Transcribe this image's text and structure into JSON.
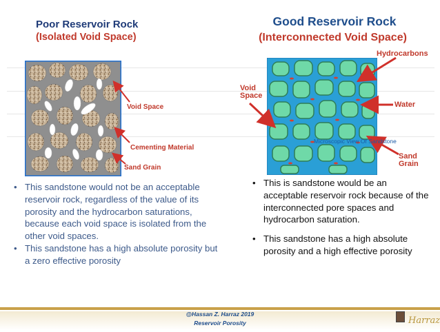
{
  "left": {
    "title": "Poor Reservoir Rock",
    "subtitle": "(Isolated Void Space)",
    "labels": {
      "void": "Void Space",
      "cement": "Cementing Material",
      "grain": "Sand Grain"
    },
    "bullets": [
      "This sandstone would not be an acceptable reservoir rock, regardless of the value of its porosity and the hydrocarbon saturations, because each void space is isolated from the other void spaces.",
      "This sandstone has a high absolute porosity but a zero effective porosity"
    ]
  },
  "right": {
    "title": "Good Reservoir Rock",
    "subtitle": "(Interconnected Void Space)",
    "labels": {
      "hydrocarbons": "Hydrocarbons",
      "void": "Void\nSpace",
      "water": "Water",
      "grain": "Sand\nGrain",
      "micro": "Microscopic View Of Sandstone"
    },
    "bullets": [
      "This is sandstone would be an acceptable reservoir rock because of the interconnected pore spaces and hydrocarbon saturation.",
      "This sandstone has a high absolute porosity and a high effective porosity"
    ]
  },
  "footer": {
    "line1": "@Hassan Z. Harraz 2019",
    "line2": "Reservoir Porosity",
    "logo": "Harraz"
  },
  "colors": {
    "title_blue": "#1f3b78",
    "accent_red": "#c0392b",
    "bullet_blue": "#3d5a8a",
    "rock_grey": "#8c8c8c",
    "water_blue": "#2a9fd6",
    "grain_green": "#6fd9a8"
  }
}
